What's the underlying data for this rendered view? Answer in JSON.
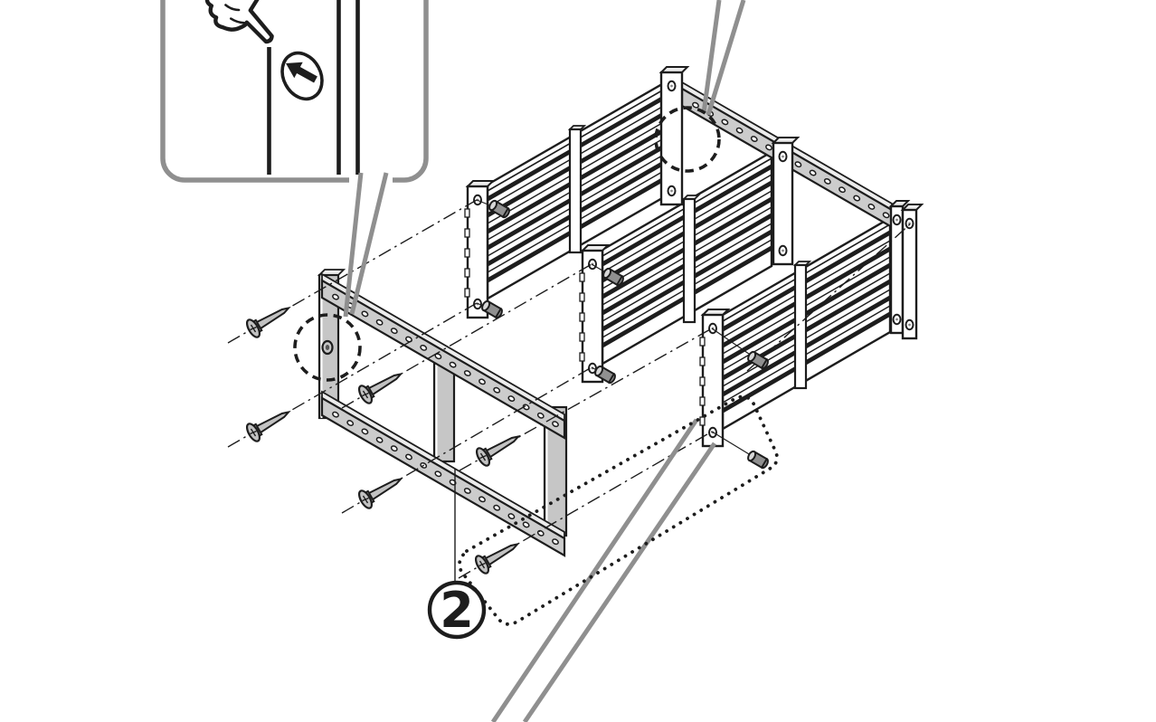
{
  "page": {
    "kind": "furniture assembly instruction illustration",
    "background": "#ffffff"
  },
  "step_badge": {
    "label": "2"
  },
  "detail_inset": {
    "icons": [
      {
        "name": "hand-press-icon",
        "meaning": "press panel edge with finger"
      },
      {
        "name": "push-arrow-oval-icon",
        "meaning": "push direction indicator"
      }
    ]
  },
  "fasteners": {
    "screw_count": 6,
    "sleeve_nut_count": 6
  },
  "highlights": {
    "dashed_circle_count": 2,
    "dotted_region_count": 1
  },
  "colors": {
    "line": "#1d1d1d",
    "callout_gray": "#8f8f8f",
    "rail_face": "#cccccc",
    "rail_strip": "#ececec",
    "post_fill": "#c6c6c6",
    "cap_fill": "#ececec",
    "screw_fill": "#c2c2c2",
    "peg_body": "#909090",
    "peg_face": "#d8d8d8",
    "hole_fill": "#ffffff",
    "background": "#ffffff"
  }
}
